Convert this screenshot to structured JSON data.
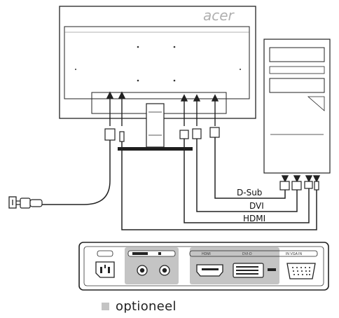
{
  "monitor": {
    "brand": "acer"
  },
  "cables": {
    "dsub": "D-Sub",
    "dvi": "DVI",
    "hdmi": "HDMI"
  },
  "panel": {
    "port_labels": [
      "HDMI",
      "DVI-D",
      "IN VGA IN"
    ]
  },
  "legend": {
    "optional": "optioneel",
    "optional_color": "#c4c4c4"
  },
  "icons": [
    "power-outlet-icon",
    "power-plug-icon",
    "ac-power-inlet-icon",
    "audio-jack-icon",
    "hdmi-port-icon",
    "dvi-port-icon",
    "vga-port-icon"
  ]
}
